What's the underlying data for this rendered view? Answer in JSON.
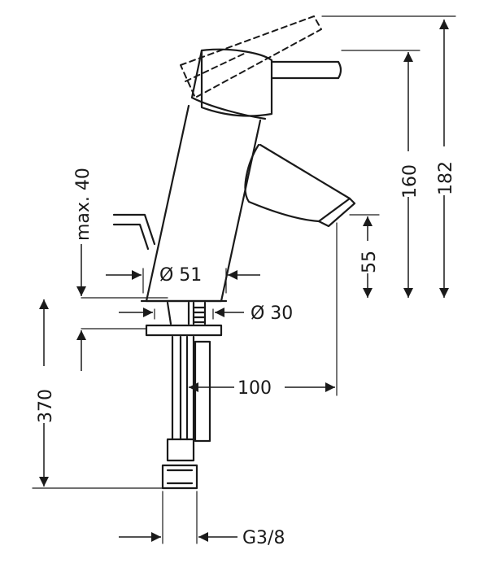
{
  "dimensions": {
    "height_total": "182",
    "height_lever": "160",
    "spout_height": "55",
    "max_thickness": "max. 40",
    "body_diameter": "Ø 51",
    "hole_diameter": "Ø 30",
    "spout_reach": "100",
    "hose_length": "370",
    "thread": "G3/8"
  },
  "colors": {
    "line": "#1a1a1a",
    "background": "#ffffff"
  }
}
